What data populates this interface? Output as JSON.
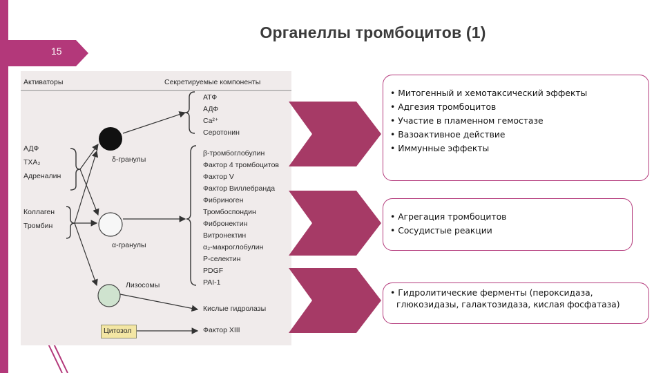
{
  "slide": {
    "number": "15",
    "title": "Органеллы тромбоцитов (1)"
  },
  "diagram": {
    "header_left": "Активаторы",
    "header_right": "Секретируемые компоненты",
    "activators_top": [
      "АДФ",
      "TXA₂",
      "Адреналин"
    ],
    "activators_bottom": [
      "Коллаген",
      "Тромбин"
    ],
    "organelles": {
      "dense": "δ-гранулы",
      "alpha": "α-гранулы",
      "lysosomes": "Лизосомы",
      "cytosol": "Цитозол"
    },
    "dense_components": [
      "АТФ",
      "АДФ",
      "Ca²⁺",
      "Серотонин"
    ],
    "alpha_components": [
      "β-тромбоглобулин",
      "Фактор 4 тромбоцитов",
      "Фактор V",
      "Фактор Виллебранда",
      "Фибриноген",
      "Тромбоспондин",
      "Фибронектин",
      "Витронектин",
      "α₂-макроглобулин",
      "P-селектин",
      "PDGF",
      "PAI-1"
    ],
    "lysosome_components": [
      "Кислые гидролазы"
    ],
    "cytosol_components": [
      "Фактор XIII"
    ]
  },
  "boxes": [
    {
      "items": [
        "Митогенный и хемотаксический эффекты",
        "Адгезия тромбоцитов",
        "Участие в пламенном гемостазе",
        "Вазоактивное действие",
        "Иммунные эффекты"
      ]
    },
    {
      "items": [
        "Агрегация тромбоцитов",
        "Сосудистые реакции"
      ]
    },
    {
      "items": [
        "Гидролитические ферменты (пероксидаза, глюкозидазы, галактозидаза, кислая фосфатаза)"
      ]
    }
  ],
  "bullet": "•",
  "colors": {
    "accent": "#b3387a",
    "chevron": "#a63a66"
  }
}
